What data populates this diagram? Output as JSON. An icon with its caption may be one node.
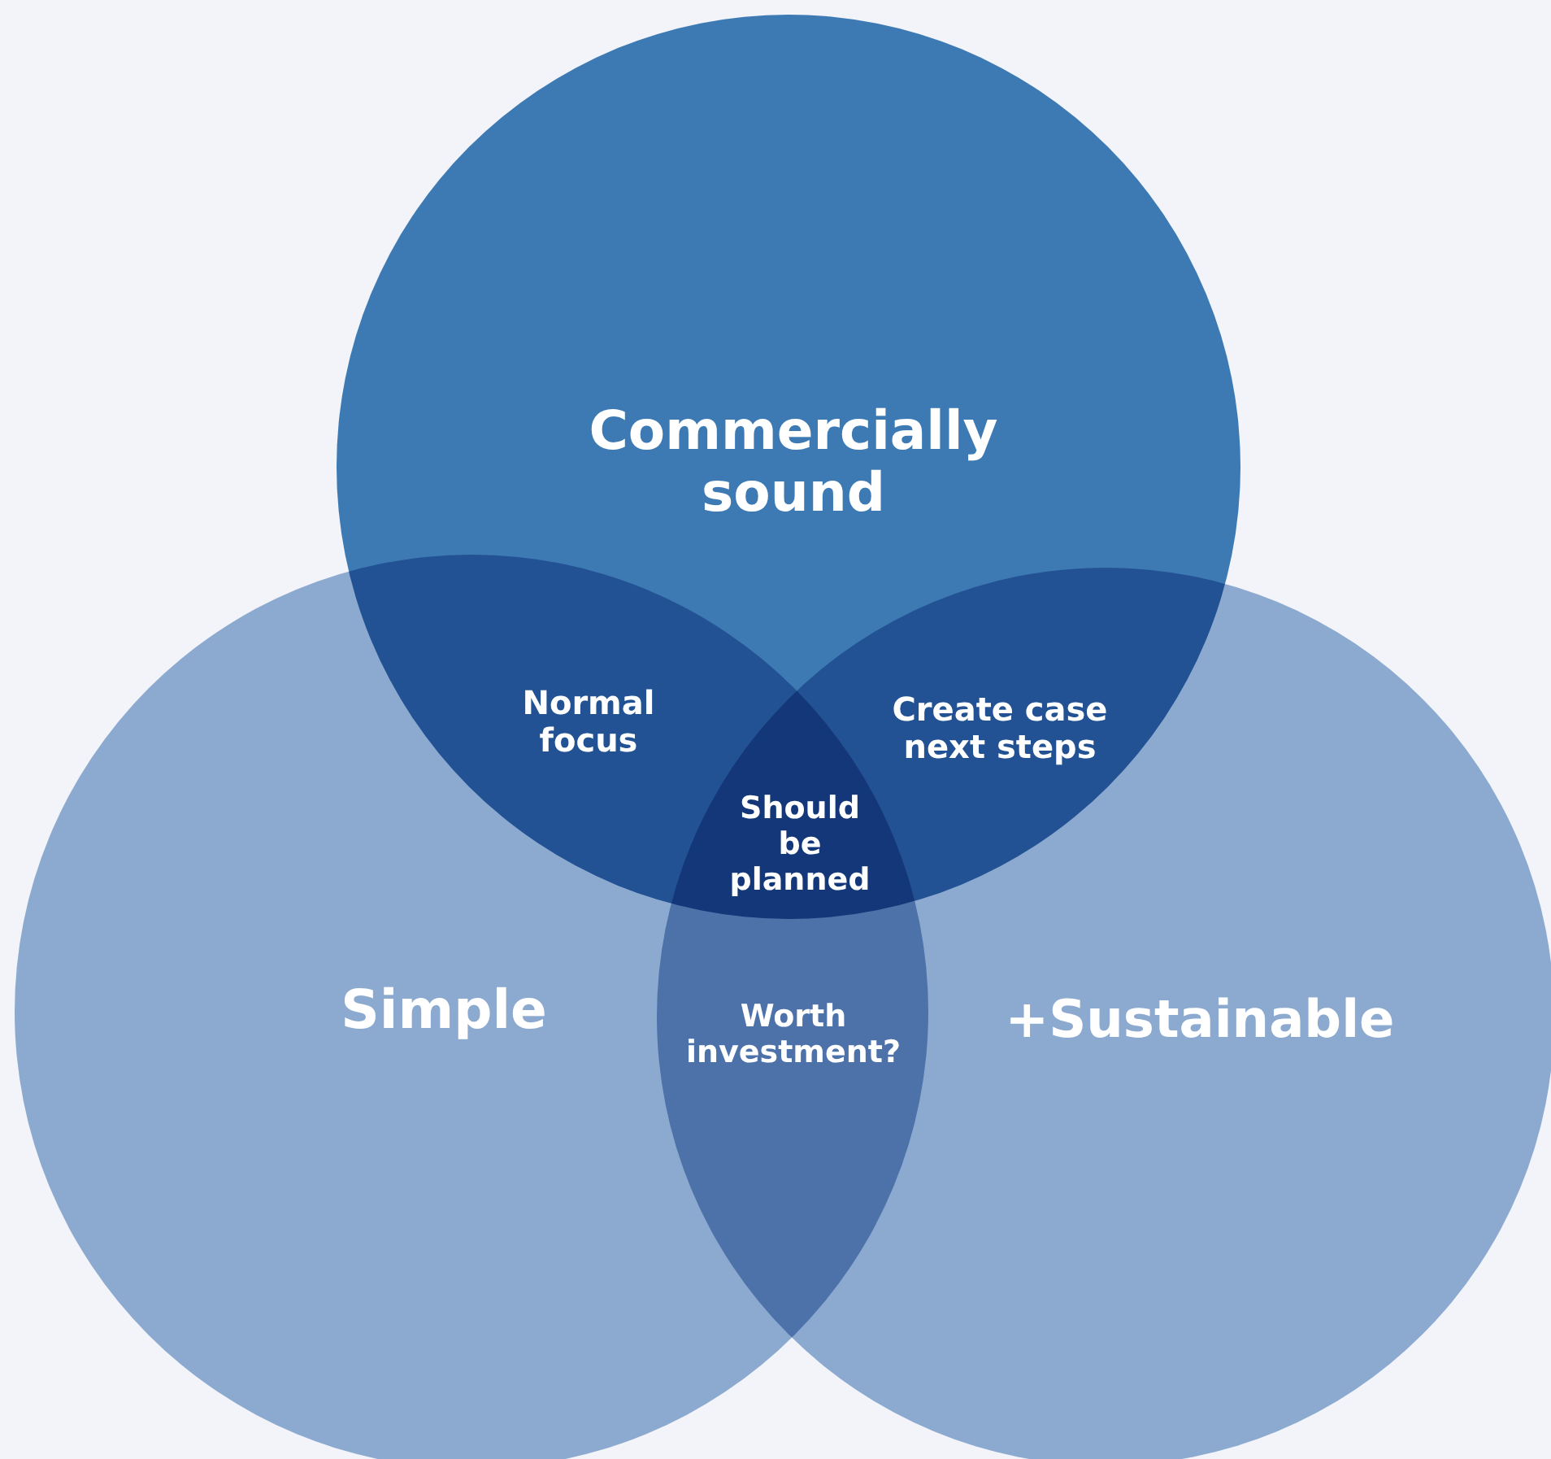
{
  "diagram": {
    "nodes": [
      {
        "text": [
          "Commercially sound"
        ]
      },
      {
        "text": [
          "Simple"
        ]
      },
      {
        "text": [
          "+Sustainable"
        ]
      }
    ],
    "labels": [
      "Normal focus",
      "Create case next steps",
      "Should be planned",
      "Worth investment?"
    ]
  }
}
